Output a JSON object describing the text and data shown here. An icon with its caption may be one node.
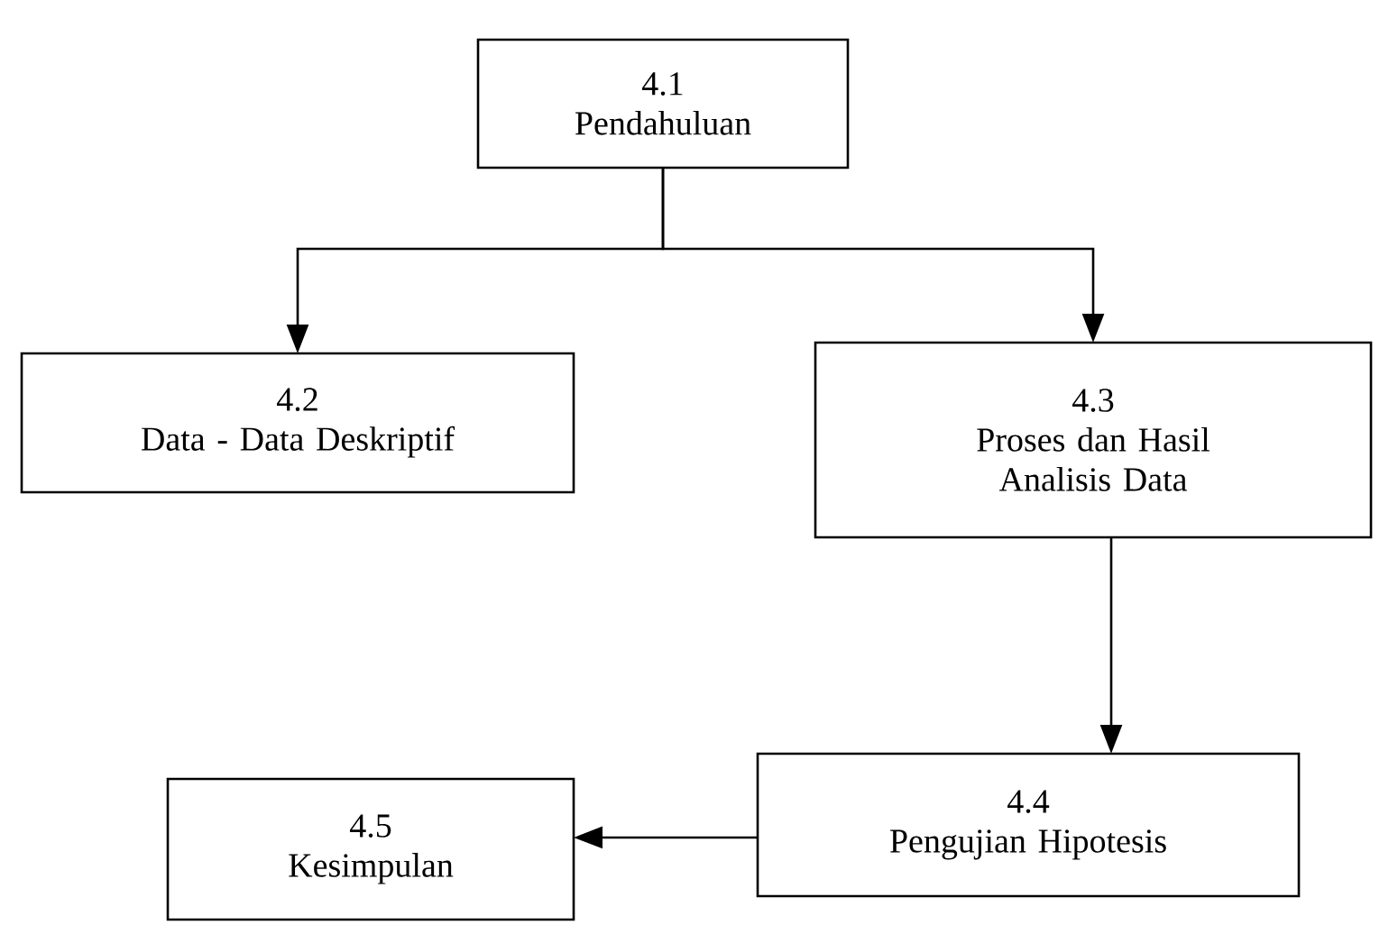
{
  "diagram": {
    "nodes": [
      {
        "text": [
          "4.1",
          "Pendahuluan"
        ]
      },
      {
        "text": [
          "4.2",
          "Data - Data Deskriptif"
        ]
      },
      {
        "text": [
          "4.3",
          "Proses dan Hasil Analisis Data"
        ]
      },
      {
        "text": [
          "4.4",
          "Pengujian Hipotesis"
        ]
      },
      {
        "text": [
          "4.5",
          "Kesimpulan"
        ]
      }
    ],
    "edges": [
      {
        "from": 0,
        "to": 1,
        "arrow": "to"
      },
      {
        "from": 0,
        "to": 2,
        "arrow": "to"
      },
      {
        "from": 2,
        "to": 3,
        "arrow": "to"
      },
      {
        "from": 3,
        "to": 4,
        "arrow": "to"
      }
    ]
  }
}
